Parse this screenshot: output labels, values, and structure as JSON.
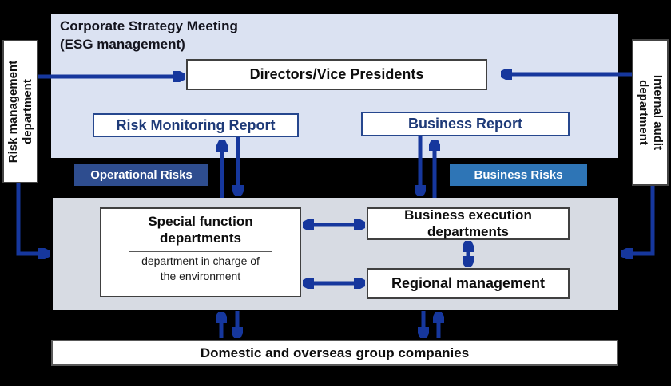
{
  "title": {
    "line1": "Corporate Strategy Meeting",
    "line2": "(ESG management)"
  },
  "boxes": {
    "directors": "Directors/Vice Presidents",
    "risk_monitoring_report": "Risk Monitoring Report",
    "business_report": "Business Report",
    "special_function": "Special function departments",
    "environment": "department in charge of the environment",
    "business_execution": "Business execution departments",
    "regional_management": "Regional management",
    "group_companies": "Domestic and overseas group companies"
  },
  "badges": {
    "operational": "Operational Risks",
    "business": "Business Risks"
  },
  "side_labels": {
    "risk_management": {
      "line1": "Risk management",
      "line2": "department"
    },
    "internal_audit": {
      "line1": "Internal audit",
      "line2": "department"
    }
  },
  "colors": {
    "background": "#000000",
    "top_panel": "#dbe2f2",
    "middle_panel": "#d7dbe3",
    "arrow_blue": "#16379d",
    "operational_badge": "#2e4d8f",
    "business_badge": "#2e75b6",
    "report_navy": "#1e3a78"
  }
}
